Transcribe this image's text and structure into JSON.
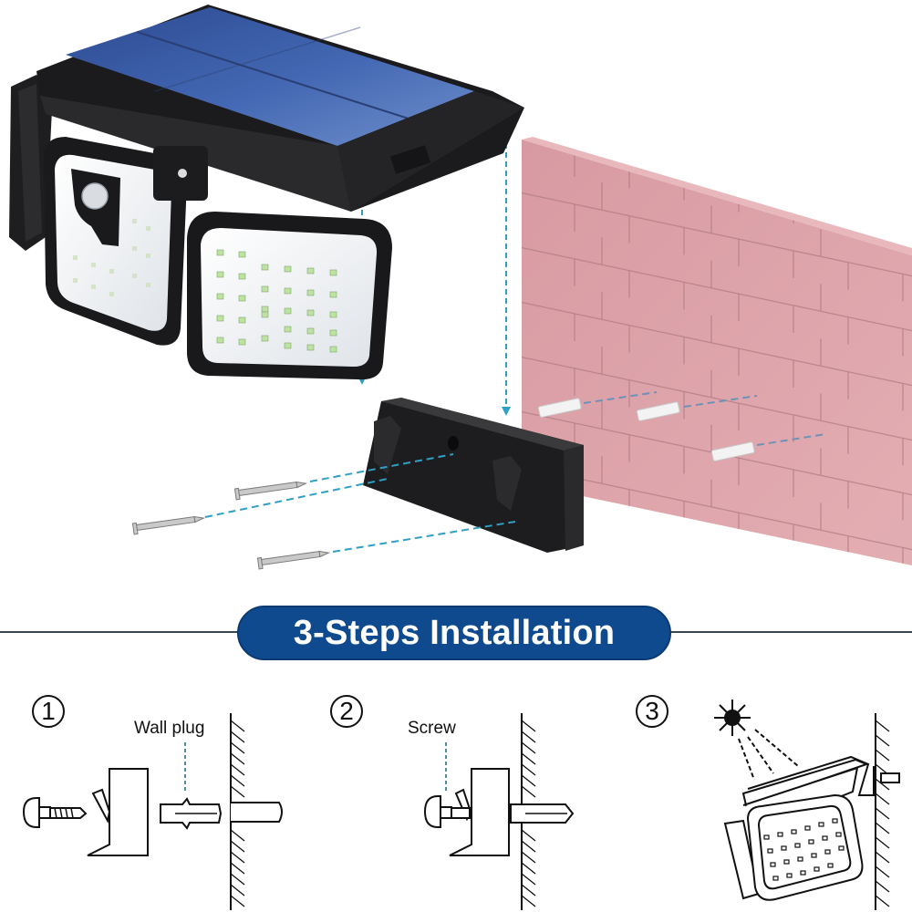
{
  "product_illustration": {
    "description": "Solar wall light with three adjustable LED heads, mounting bracket, screws, and pink stone wall with wall plugs",
    "colors": {
      "solar_panel": "#3b5aa6",
      "housing": "#1c1c1e",
      "wall": "#d9a0a6",
      "guide_lines": "#2f9fc4",
      "led_face": "#f2f4f6"
    }
  },
  "banner": {
    "title": "3-Steps Installation",
    "bg_color": "#0f4a8f",
    "text_color": "#ffffff"
  },
  "steps": [
    {
      "number": "1",
      "label": "Wall plug"
    },
    {
      "number": "2",
      "label": "Screw"
    },
    {
      "number": "3",
      "label": ""
    }
  ]
}
